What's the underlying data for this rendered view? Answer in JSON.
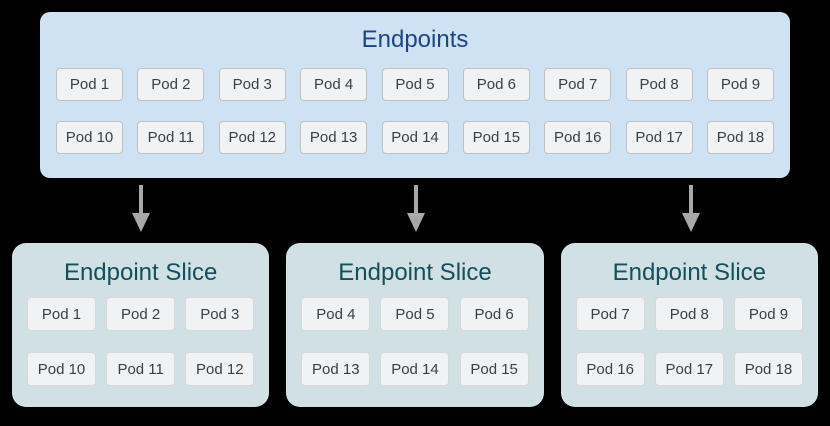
{
  "diagram": {
    "endpoints": {
      "title": "Endpoints",
      "pods": [
        "Pod 1",
        "Pod 2",
        "Pod 3",
        "Pod 4",
        "Pod 5",
        "Pod 6",
        "Pod 7",
        "Pod 8",
        "Pod 9",
        "Pod 10",
        "Pod 11",
        "Pod 12",
        "Pod 13",
        "Pod 14",
        "Pod 15",
        "Pod 16",
        "Pod 17",
        "Pod 18"
      ]
    },
    "slices": [
      {
        "title": "Endpoint Slice",
        "pods": [
          "Pod 1",
          "Pod 2",
          "Pod 3",
          "Pod 10",
          "Pod 11",
          "Pod 12"
        ]
      },
      {
        "title": "Endpoint Slice",
        "pods": [
          "Pod 4",
          "Pod 5",
          "Pod 6",
          "Pod 13",
          "Pod 14",
          "Pod 15"
        ]
      },
      {
        "title": "Endpoint Slice",
        "pods": [
          "Pod 7",
          "Pod 8",
          "Pod 9",
          "Pod 16",
          "Pod 17",
          "Pod 18"
        ]
      }
    ],
    "colors": {
      "background": "#000000",
      "endpoints_box_fill": "#cfe2f3",
      "endpoints_title_text": "#1c4587",
      "slice_box_fill": "#d0e0e3",
      "slice_title_text": "#134f5c",
      "pod_fill": "#f1f2f3",
      "pod_border": "#bdc1c5",
      "pod_text": "#3c4043",
      "arrow": "#a6a9ac"
    }
  }
}
